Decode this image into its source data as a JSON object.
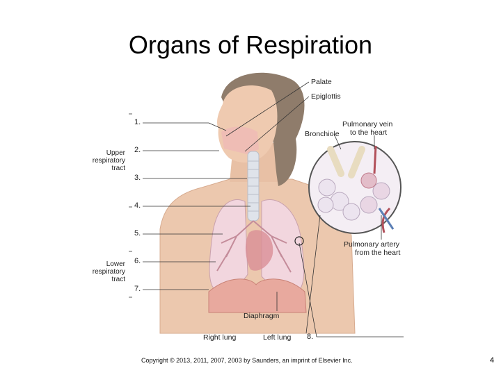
{
  "title": "Organs of Respiration",
  "labels": {
    "palate": "Palate",
    "epiglottis": "Epiglottis",
    "pulmonary_vein_1": "Pulmonary vein",
    "pulmonary_vein_2": "to the heart",
    "bronchiole": "Bronchiole",
    "pulmonary_artery_1": "Pulmonary artery",
    "pulmonary_artery_2": "from the heart",
    "diaphragm": "Diaphragm",
    "right_lung": "Right lung",
    "left_lung": "Left lung",
    "upper_tract_1": "Upper",
    "upper_tract_2": "respiratory",
    "upper_tract_3": "tract",
    "lower_tract_1": "Lower",
    "lower_tract_2": "respiratory",
    "lower_tract_3": "tract"
  },
  "numbers": [
    "1.",
    "2.",
    "3.",
    "4.",
    "5.",
    "6.",
    "7.",
    "8."
  ],
  "copyright": "Copyright © 2013, 2011, 2007, 2003 by Saunders, an imprint of Elsevier Inc.",
  "page_number": "4",
  "colors": {
    "skin": "#e9c3a8",
    "hair": "#8a7766",
    "lung": "#f0d3da",
    "trachea": "#d7dde6",
    "diaphragm": "#e6a69c",
    "leader": "#333333"
  }
}
